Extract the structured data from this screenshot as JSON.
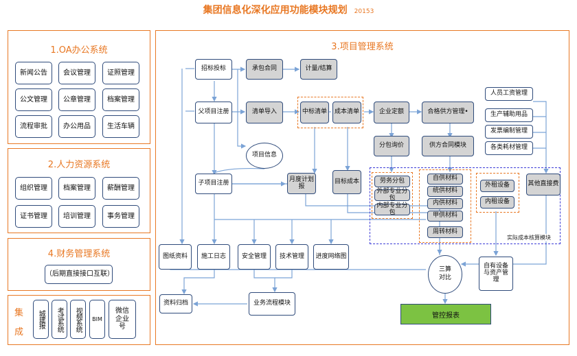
{
  "header": {
    "title": "集团信息化深化应用功能模块规划",
    "subtitle": "20153"
  },
  "oa": {
    "title": "1.OA办公系统",
    "items": [
      "新闻公告",
      "会议管理",
      "证照管理",
      "公文管理",
      "公章管理",
      "档案管理",
      "流程审批",
      "办公用品",
      "生活车辆"
    ]
  },
  "hr": {
    "title": "2.人力资源系统",
    "items": [
      "组织管理",
      "档案管理",
      "薪酬管理",
      "证书管理",
      "培训管理",
      "事务管理"
    ]
  },
  "finance": {
    "title": "4.财务管理系统",
    "item": "（后期直接接口互联）"
  },
  "integration": {
    "label_top": "集",
    "label_bottom": "成",
    "items": [
      "城建报",
      "考试系统",
      "视频系统",
      "BIM",
      "微信企业号"
    ]
  },
  "project": {
    "title": "3.项目管理系统",
    "zhaotoubiao": "招标投标",
    "chengbaohetong": "承包合同",
    "jiliang": "计量/结算",
    "fuxiangmu": "父项目注册",
    "qingdan": "清单导入",
    "zhongbiao": "中标清单",
    "chengben": "成本清单",
    "qiyedinge": "企业定额",
    "hegefang": "合格供方管理•",
    "renyuan": "人员工资管理",
    "shengchan": "生产辅助用品",
    "fenbao": "分包询价",
    "gongfanghetong": "供方合同模块",
    "faqiao": "发票编制管理",
    "gelei": "各类耗材管理",
    "xiangmuxinxi": "项目信息",
    "zixiangmu": "子项目注册",
    "yuedu": "月度计划报",
    "mubiao": "目标成本",
    "laowu": "劳务分包",
    "waibu": "外部专业分包",
    "neibu": "内部专业分包",
    "materials": [
      "自供材料",
      "统供材料",
      "内供材料",
      "甲供材料"
    ],
    "zhouzhuan": "周转材料",
    "waizu": "外租设备",
    "neizu": "内租设备",
    "qita": "其他直接费",
    "hesuan": "实际成本核算模块",
    "tuzhi": "图纸资料",
    "shigong": "施工日志",
    "anquan": "安全管理",
    "jishu": "技术管理",
    "jindu": "进度网络图",
    "sansuan": "三算对比",
    "ziyou": "自有设备与资产管理",
    "ziliao": "资料归档",
    "yewu": "业务流程模块",
    "guanli": "管控报表"
  }
}
